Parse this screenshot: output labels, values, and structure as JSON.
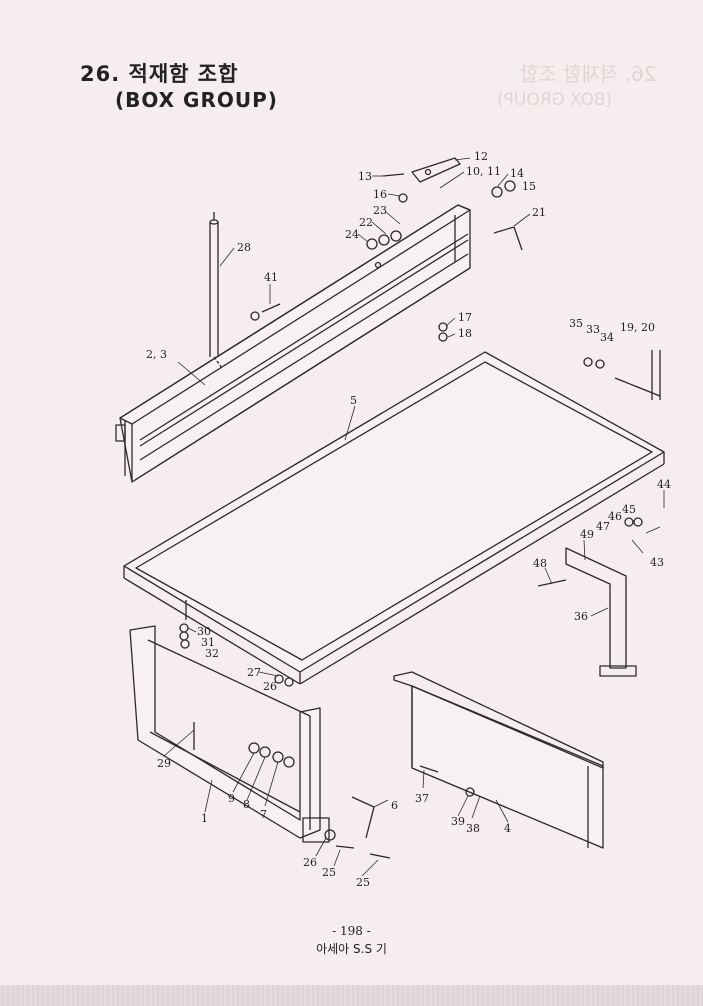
{
  "page": {
    "title": "26. 적재함 조합",
    "subtitle": "(BOX GROUP)",
    "page_number": "- 198 -",
    "footer": "아세아 S.S 기",
    "bleed_title": "26. 적재함 조합",
    "bleed_subtitle": "(BOX GROUP)"
  },
  "callouts": [
    {
      "id": "c12",
      "label": "12"
    },
    {
      "id": "c13",
      "label": "13"
    },
    {
      "id": "c10_11",
      "label": "10, 11"
    },
    {
      "id": "c14",
      "label": "14"
    },
    {
      "id": "c15",
      "label": "15"
    },
    {
      "id": "c16",
      "label": "16"
    },
    {
      "id": "c23",
      "label": "23"
    },
    {
      "id": "c22",
      "label": "22"
    },
    {
      "id": "c24",
      "label": "24"
    },
    {
      "id": "c21",
      "label": "21"
    },
    {
      "id": "c28",
      "label": "28"
    },
    {
      "id": "c41",
      "label": "41"
    },
    {
      "id": "c17",
      "label": "17"
    },
    {
      "id": "c18",
      "label": "18"
    },
    {
      "id": "c35",
      "label": "35"
    },
    {
      "id": "c33",
      "label": "33"
    },
    {
      "id": "c34",
      "label": "34"
    },
    {
      "id": "c19_20",
      "label": "19, 20"
    },
    {
      "id": "c2_3",
      "label": "2, 3"
    },
    {
      "id": "c5",
      "label": "5"
    },
    {
      "id": "c44",
      "label": "44"
    },
    {
      "id": "c46",
      "label": "46"
    },
    {
      "id": "c45",
      "label": "45"
    },
    {
      "id": "c47",
      "label": "47"
    },
    {
      "id": "c49",
      "label": "49"
    },
    {
      "id": "c43",
      "label": "43"
    },
    {
      "id": "c48",
      "label": "48"
    },
    {
      "id": "c36",
      "label": "36"
    },
    {
      "id": "c30",
      "label": "30"
    },
    {
      "id": "c31",
      "label": "31"
    },
    {
      "id": "c32",
      "label": "32"
    },
    {
      "id": "c27",
      "label": "27"
    },
    {
      "id": "c26a",
      "label": "26"
    },
    {
      "id": "c29",
      "label": "29"
    },
    {
      "id": "c9",
      "label": "9"
    },
    {
      "id": "c8",
      "label": "8"
    },
    {
      "id": "c7",
      "label": "7"
    },
    {
      "id": "c1",
      "label": "1"
    },
    {
      "id": "c6",
      "label": "6"
    },
    {
      "id": "c37",
      "label": "37"
    },
    {
      "id": "c39",
      "label": "39"
    },
    {
      "id": "c38",
      "label": "38"
    },
    {
      "id": "c4",
      "label": "4"
    },
    {
      "id": "c26b",
      "label": "26"
    },
    {
      "id": "c25a",
      "label": "25"
    },
    {
      "id": "c25b",
      "label": "25"
    }
  ]
}
